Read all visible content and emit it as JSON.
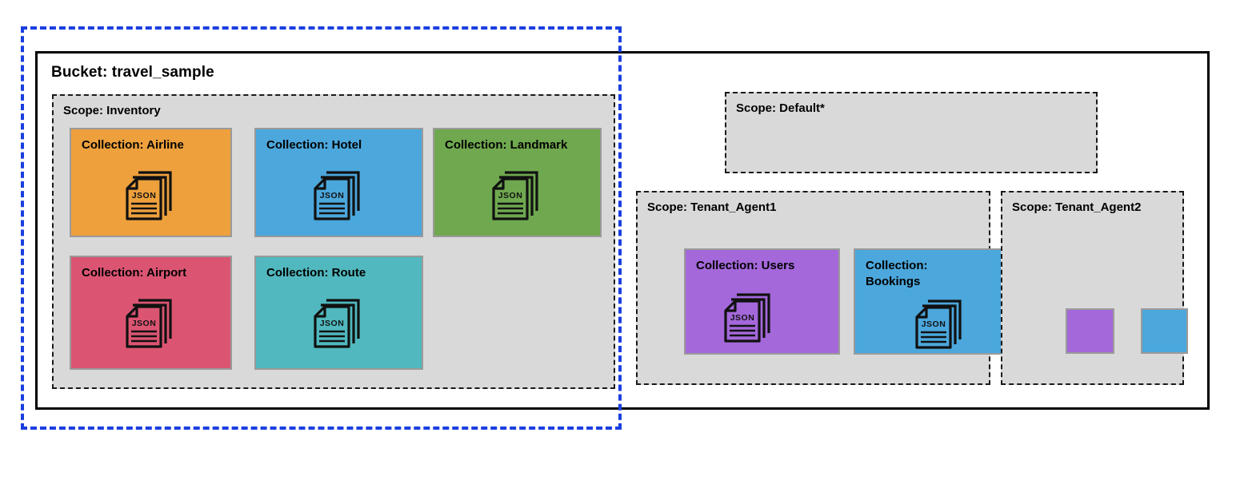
{
  "bucket": {
    "title": "Bucket: travel_sample"
  },
  "colors": {
    "selection_outline": "#1a3fe0",
    "bucket_outline": "#000000",
    "scope_fill": "#d9d9d9",
    "scope_outline": "#1a1a1a",
    "orange": "#eda03c",
    "blue": "#4ba7dc",
    "green": "#6fa84f",
    "pink": "#db5572",
    "teal": "#50b8be",
    "purple": "#a468db",
    "card_border": "#9a9a9a"
  },
  "scopes": [
    {
      "id": "inventory",
      "title": "Scope: Inventory",
      "collections": [
        {
          "id": "airline",
          "title": "Collection: Airline",
          "color": "#eda03c",
          "icon": "json-documents-icon"
        },
        {
          "id": "hotel",
          "title": "Collection: Hotel",
          "color": "#4ba7dc",
          "icon": "json-documents-icon"
        },
        {
          "id": "landmark",
          "title": "Collection: Landmark",
          "color": "#6fa84f",
          "icon": "json-documents-icon"
        },
        {
          "id": "airport",
          "title": "Collection: Airport",
          "color": "#db5572",
          "icon": "json-documents-icon"
        },
        {
          "id": "route",
          "title": "Collection: Route",
          "color": "#50b8be",
          "icon": "json-documents-icon"
        }
      ]
    },
    {
      "id": "default",
      "title": "Scope: Default*",
      "collections": []
    },
    {
      "id": "tenant_agent1",
      "title": "Scope: Tenant_Agent1",
      "collections": [
        {
          "id": "users",
          "title": "Collection: Users",
          "color": "#a468db",
          "icon": "json-documents-icon"
        },
        {
          "id": "bookings",
          "title": "Collection: Bookings",
          "color": "#4ba7dc",
          "icon": "json-documents-icon"
        }
      ]
    },
    {
      "id": "tenant_agent2",
      "title": "Scope: Tenant_Agent2",
      "collections": [
        {
          "id": "swatch-purple",
          "title": "",
          "color": "#a468db",
          "icon": ""
        },
        {
          "id": "swatch-blue",
          "title": "",
          "color": "#4ba7dc",
          "icon": ""
        }
      ]
    }
  ],
  "icon_label": "JSON"
}
